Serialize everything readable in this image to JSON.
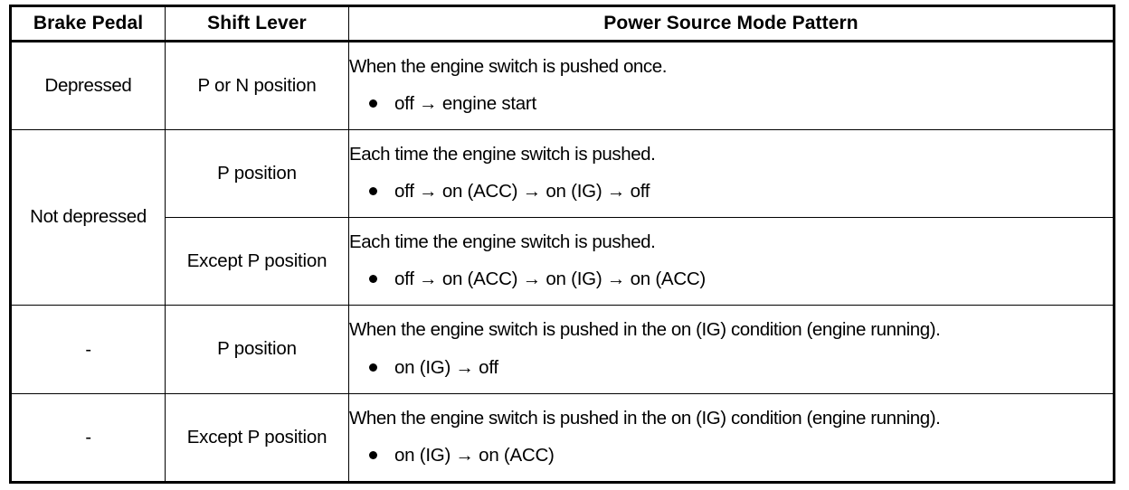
{
  "table": {
    "headers": {
      "brake_pedal": "Brake Pedal",
      "shift_lever": "Shift Lever",
      "power_source_mode_pattern": "Power Source Mode Pattern"
    },
    "bullet_icon": "filled-circle-bullet",
    "arrow_glyph": "→",
    "rows": [
      {
        "brake_pedal": "Depressed",
        "shift_lever": "P or N position",
        "pattern_title": "When the engine switch is pushed once.",
        "pattern_bullet": "off → engine start"
      },
      {
        "brake_pedal": "Not depressed",
        "shift_lever": "P position",
        "pattern_title": "Each time the engine switch is pushed.",
        "pattern_bullet": "off → on (ACC) → on (IG) → off"
      },
      {
        "brake_pedal": "",
        "shift_lever": "Except P position",
        "pattern_title": "Each time the engine switch is pushed.",
        "pattern_bullet": "off → on (ACC) → on (IG) → on (ACC)"
      },
      {
        "brake_pedal": "-",
        "shift_lever": "P position",
        "pattern_title": "When the engine switch is pushed in the on (IG) condition (engine running).",
        "pattern_bullet": "on (IG) → off"
      },
      {
        "brake_pedal": "-",
        "shift_lever": "Except P position",
        "pattern_title": "When the engine switch is pushed in the on (IG) condition (engine running).",
        "pattern_bullet": "on (IG) → on (ACC)"
      }
    ]
  },
  "colors": {
    "border": "#000000",
    "text": "#000000",
    "background": "#ffffff"
  }
}
